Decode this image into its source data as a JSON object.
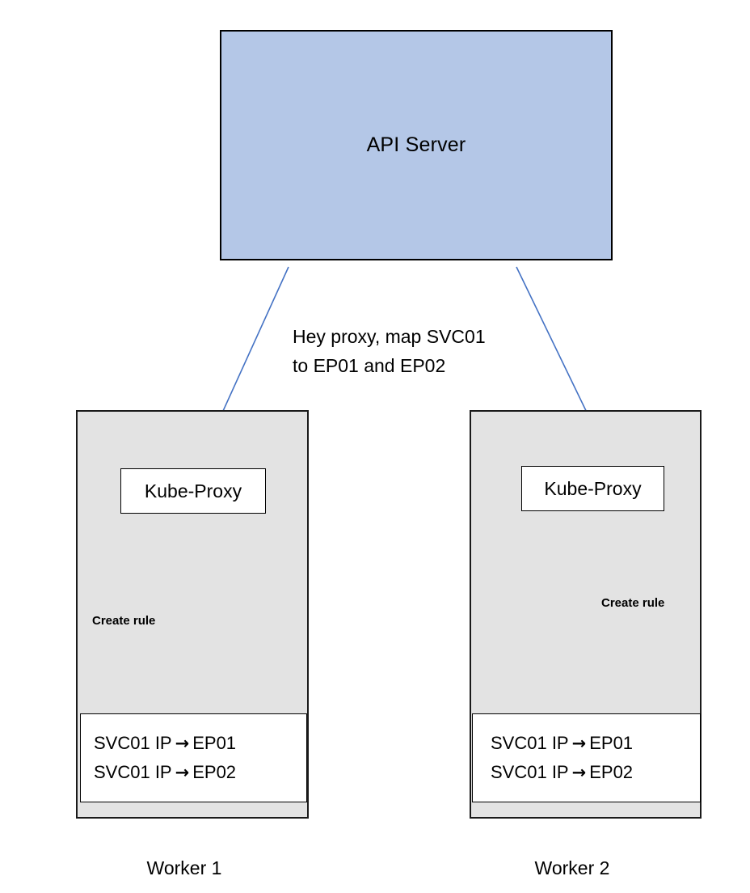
{
  "diagram": {
    "title": "Kubernetes kube-proxy service mapping",
    "colors": {
      "api_server_fill": "#b4c7e7",
      "api_server_stroke": "#000000",
      "worker_fill": "#e3e3e3",
      "worker_stroke": "#1a1a1a",
      "inner_box_fill": "#ffffff",
      "inner_box_stroke": "#000000",
      "arrow_blue": "#4472c4",
      "text": "#000000",
      "background": "#ffffff"
    }
  },
  "api_server": {
    "label": "API Server"
  },
  "flow_message": {
    "line1": "Hey proxy, map SVC01",
    "line2": "to EP01 and EP02"
  },
  "workers": [
    {
      "caption": "Worker 1",
      "proxy_label": "Kube-Proxy",
      "create_rule_label": "Create rule",
      "rules": [
        {
          "source": "SVC01 IP",
          "arrow": "→",
          "target": "EP01"
        },
        {
          "source": "SVC01 IP",
          "arrow": "→",
          "target": "EP02"
        }
      ]
    },
    {
      "caption": "Worker 2",
      "proxy_label": "Kube-Proxy",
      "create_rule_label": "Create rule",
      "rules": [
        {
          "source": "SVC01 IP",
          "arrow": "→",
          "target": "EP01"
        },
        {
          "source": "SVC01 IP",
          "arrow": "→",
          "target": "EP02"
        }
      ]
    }
  ],
  "connectors": [
    {
      "name": "api-server-to-worker-1-proxy",
      "from": "api_server",
      "to": "worker_1_kube_proxy",
      "style": "arrow"
    },
    {
      "name": "api-server-to-worker-2-proxy",
      "from": "api_server",
      "to": "worker_2_kube_proxy",
      "style": "arrow"
    },
    {
      "name": "worker-1-proxy-to-rules",
      "from": "worker_1_kube_proxy",
      "to": "worker_1_rules",
      "style": "arrow",
      "label": "Create rule"
    },
    {
      "name": "worker-2-proxy-to-rules",
      "from": "worker_2_kube_proxy",
      "to": "worker_2_rules",
      "style": "arrow",
      "label": "Create rule"
    }
  ]
}
